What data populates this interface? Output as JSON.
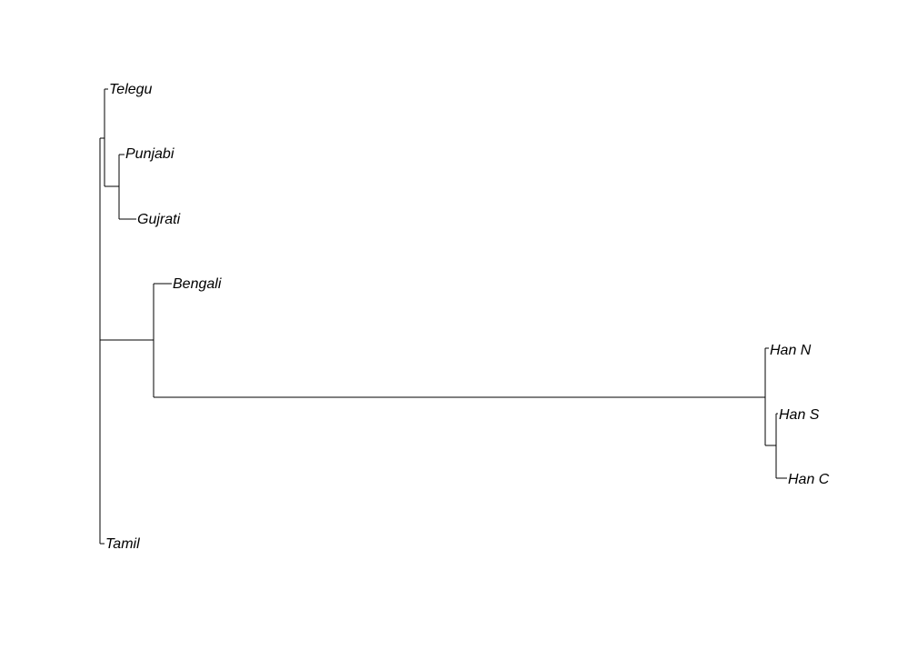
{
  "tree": {
    "type": "phylogram",
    "tips": [
      "Telegu",
      "Punjabi",
      "Gujrati",
      "Bengali",
      "Han N",
      "Han S",
      "Han C",
      "Tamil"
    ]
  },
  "colors": {
    "background": "#ffffff",
    "branch": "#000000",
    "label": "#000000"
  }
}
